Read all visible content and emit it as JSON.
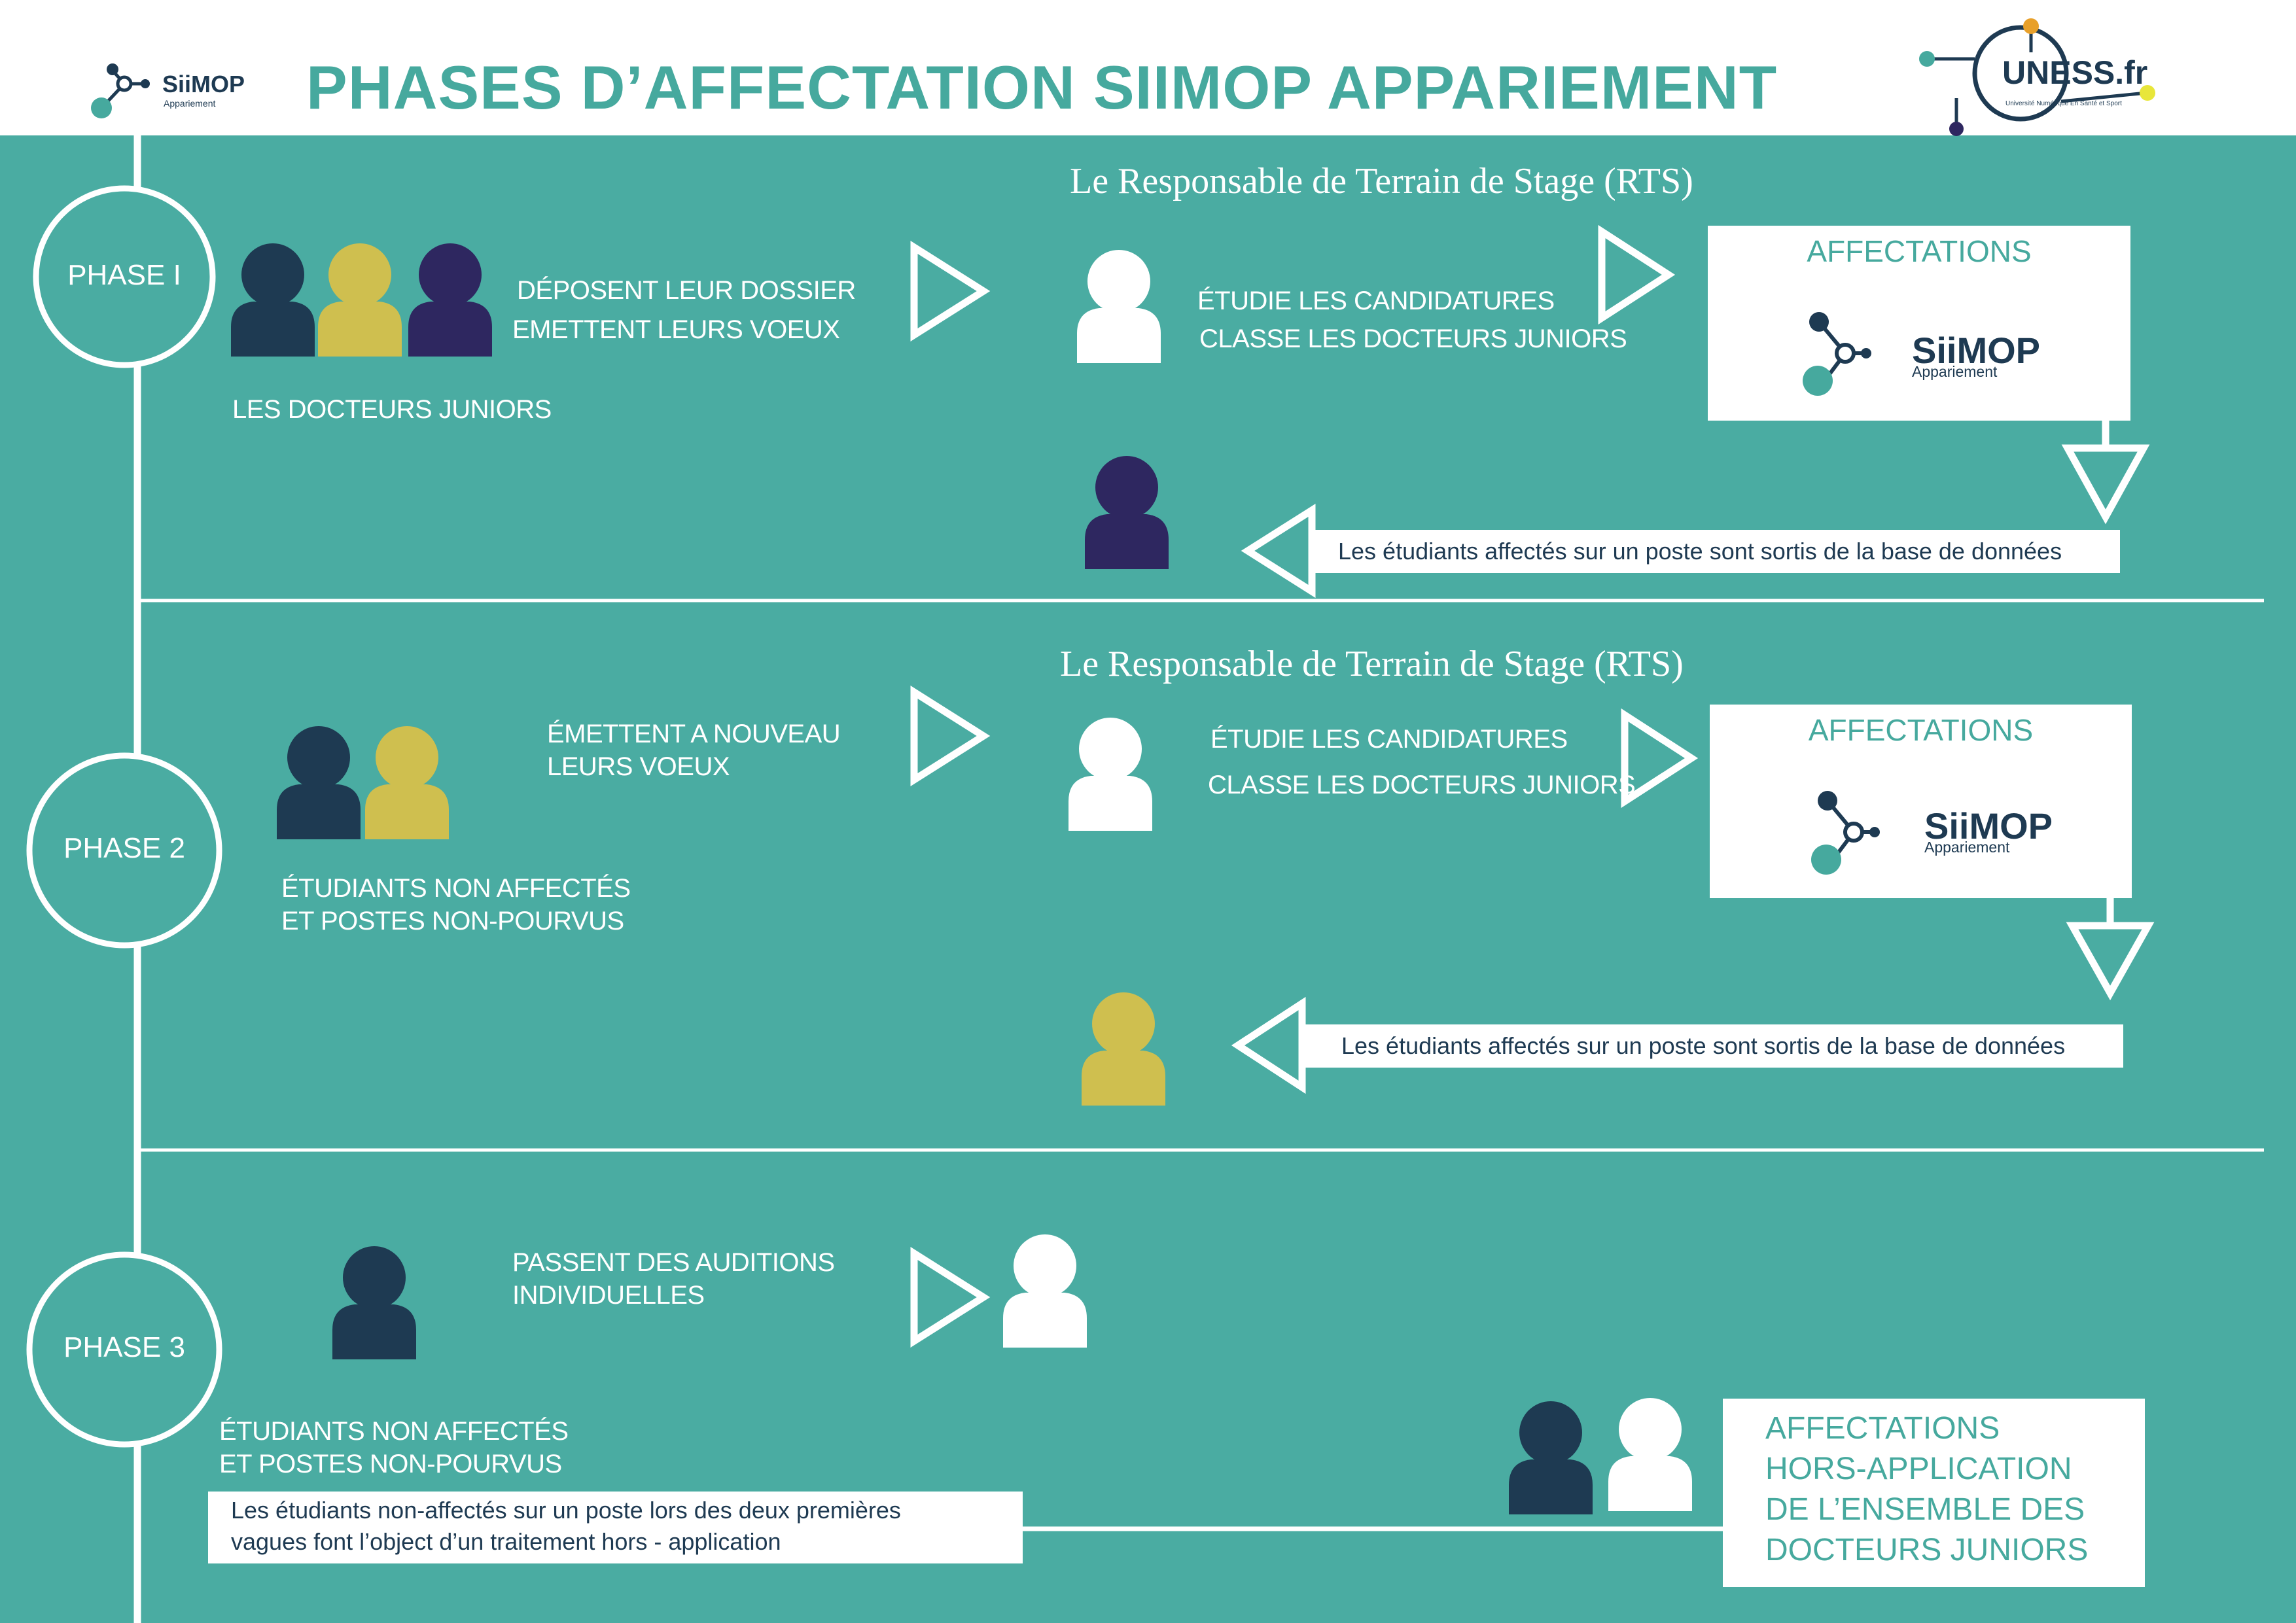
{
  "header": {
    "title": "PHASES D’AFFECTATION SIIMOP APPARIEMENT",
    "left_logo": {
      "name": "SiiMOP",
      "sub": "Appariement"
    },
    "right_logo": {
      "name": "UNESS.fr",
      "tagline": "Université Numérique En Santé et Sport"
    }
  },
  "colors": {
    "background": "#4aaca2",
    "navy": "#1e3a52",
    "gold": "#cfbf4f",
    "purple": "#2e2760",
    "accent_teal": "#46a99e",
    "uness_orange": "#e8a02a",
    "uness_yellow": "#e8e63a"
  },
  "phases": [
    {
      "label": "PHASE I",
      "actor_label": "LES DOCTEURS JUNIORS",
      "actions": [
        "DÉPOSENT LEUR DOSSIER",
        "EMETTENT LEURS VOEUX"
      ],
      "rts_title": "Le Responsable de Terrain de Stage (RTS)",
      "rts_actions": [
        "ÉTUDIE LES CANDIDATURES",
        "CLASSE LES DOCTEURS  JUNIORS"
      ],
      "box_title": "AFFECTATIONS",
      "box_logo": {
        "name": "SiiMOP",
        "sub": "Appariement"
      },
      "result_note": "Les étudiants affectés sur un poste sont sortis de la base de données"
    },
    {
      "label": "PHASE 2",
      "actor_label": [
        "ÉTUDIANTS NON AFFECTÉS",
        "ET POSTES NON-POURVUS"
      ],
      "actions": [
        "ÉMETTENT A NOUVEAU",
        "LEURS VOEUX"
      ],
      "rts_title": "Le Responsable de Terrain de Stage (RTS)",
      "rts_actions": [
        "ÉTUDIE LES CANDIDATURES",
        "CLASSE LES DOCTEURS  JUNIORS"
      ],
      "box_title": "AFFECTATIONS",
      "box_logo": {
        "name": "SiiMOP",
        "sub": "Appariement"
      },
      "result_note": "Les  étudiants affectés sur un poste sont sortis de la base de données"
    },
    {
      "label": "PHASE 3",
      "actions": [
        "PASSENT DES AUDITIONS",
        "INDIVIDUELLES"
      ],
      "actor_label": [
        "ÉTUDIANTS NON AFFECTÉS",
        "ET POSTES NON-POURVUS"
      ],
      "note": [
        "Les étudiants non-affectés sur un poste lors des deux premières",
        "vagues font l’object d’un traitement hors - application"
      ],
      "final_box": [
        "AFFECTATIONS",
        "HORS-APPLICATION",
        "DE L’ENSEMBLE DES",
        "DOCTEURS JUNIORS"
      ]
    }
  ],
  "icons": [
    "person-navy-icon",
    "person-gold-icon",
    "person-purple-icon",
    "person-white-icon",
    "arrow-right-outline-icon",
    "arrow-down-outline-icon",
    "arrow-left-outline-icon",
    "siimop-molecule-icon",
    "uness-network-icon"
  ]
}
